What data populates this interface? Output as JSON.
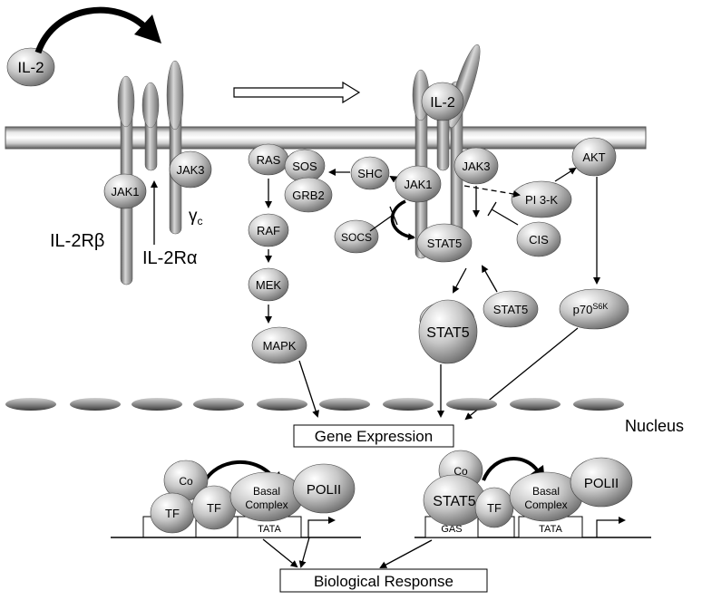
{
  "ligand": {
    "label": "IL-2",
    "bound_label": "IL-2"
  },
  "receptors": {
    "beta_label": "IL-2Rβ",
    "alpha_label": "IL-2Rα",
    "gamma_label": "γ",
    "gamma_sub": "c"
  },
  "kinases": {
    "jak1_left": "JAK1",
    "jak3_left": "JAK3",
    "jak1_right": "JAK1",
    "jak3_right": "JAK3"
  },
  "mapk_pathway": {
    "ras": "RAS",
    "sos": "SOS",
    "grb2": "GRB2",
    "raf": "RAF",
    "mek": "MEK",
    "mapk": "MAPK"
  },
  "stat_pathway": {
    "shc": "SHC",
    "socs": "SOCS",
    "stat5_bound": "STAT5",
    "stat5_free": "STAT5",
    "stat5_dimer": "STAT5",
    "cis": "CIS"
  },
  "pi3k_pathway": {
    "pi3k": "PI 3-K",
    "akt": "AKT",
    "p70": "p70",
    "p70_sup": "S6K"
  },
  "nucleus_label": "Nucleus",
  "gene_expression_label": "Gene Expression",
  "left_promoter": {
    "co": "Co",
    "tf1": "TF",
    "tf2": "TF",
    "basal": "Basal",
    "complex": "Complex",
    "polii": "POLII",
    "tata": "TATA"
  },
  "right_promoter": {
    "co": "Co",
    "stat5": "STAT5",
    "tf": "TF",
    "basal": "Basal",
    "complex": "Complex",
    "polii": "POLII",
    "gas": "GAS",
    "tata": "TATA"
  },
  "biological_response_label": "Biological Response"
}
